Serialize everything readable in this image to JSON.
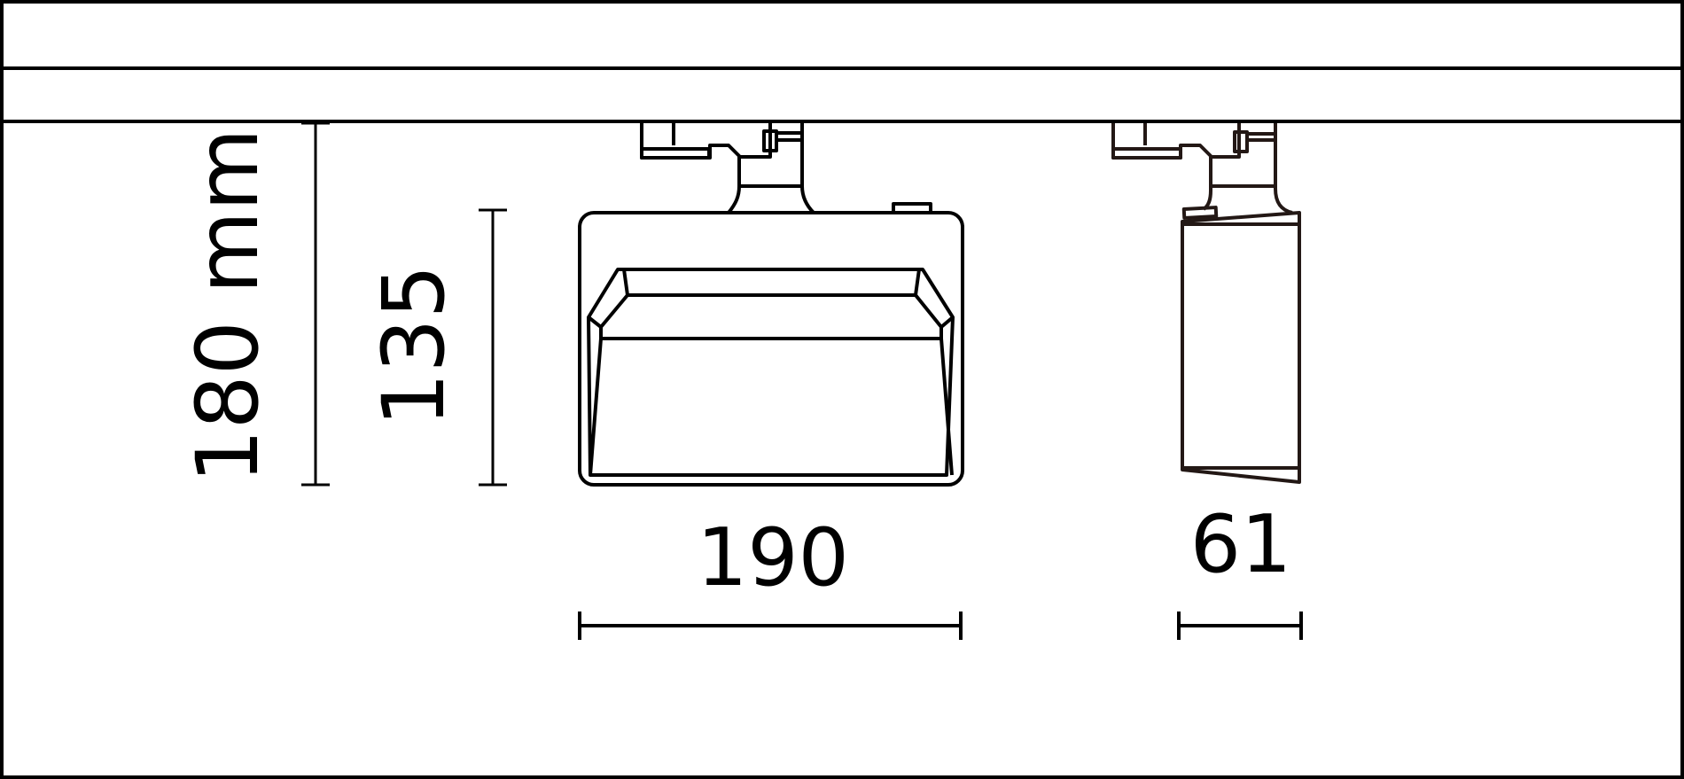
{
  "diagram": {
    "type": "technical-dimension-drawing",
    "subject": "track spotlight",
    "line_color": "#000000",
    "stroke_color_fixture": "#231815",
    "background": "#ffffff",
    "views": [
      {
        "name": "front-view"
      },
      {
        "name": "side-view"
      }
    ]
  },
  "dimensions": {
    "total_height": {
      "value": "180 mm"
    },
    "body_height": {
      "value": "135"
    },
    "front_width": {
      "value": "190"
    },
    "side_depth": {
      "value": "61"
    }
  }
}
